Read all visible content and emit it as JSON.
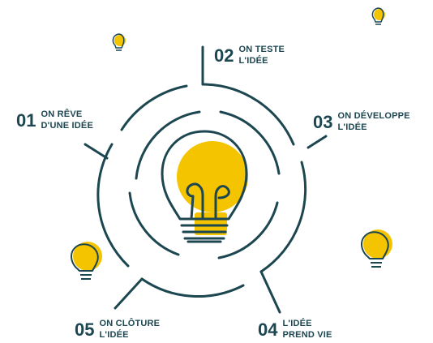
{
  "colors": {
    "accent": "#f5c400",
    "line": "#1c4650"
  },
  "steps": [
    {
      "number": "01",
      "line1": "ON RÊVE",
      "line2": "D'UNE IDÉE"
    },
    {
      "number": "02",
      "line1": "ON TESTE",
      "line2": "L'IDÉE"
    },
    {
      "number": "03",
      "line1": "ON DÉVELOPPE",
      "line2": "L'IDÉE"
    },
    {
      "number": "04",
      "line1": "L'IDÉE",
      "line2": "PREND VIE"
    },
    {
      "number": "05",
      "line1": "ON CLÔTURE",
      "line2": "L'IDÉE"
    }
  ],
  "icons": {
    "center": "lightbulb-icon",
    "decorations": [
      "lightbulb-icon",
      "lightbulb-icon",
      "lightbulb-icon",
      "lightbulb-icon"
    ]
  }
}
